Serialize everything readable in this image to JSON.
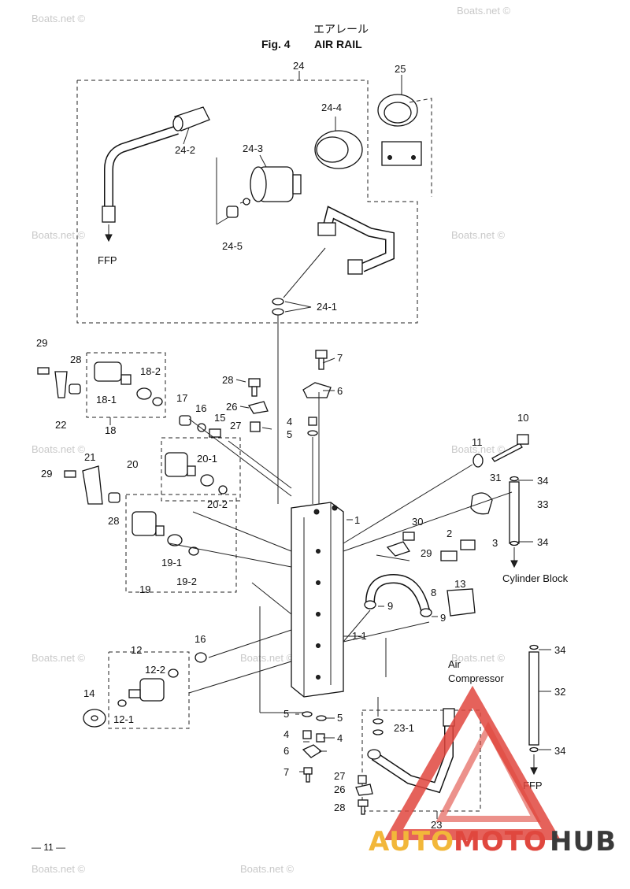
{
  "title": {
    "japanese": "エアレール",
    "fig": "Fig. 4",
    "english": "AIR RAIL"
  },
  "labels": {
    "l24": "24",
    "l25": "25",
    "l24_4": "24-4",
    "l24_2": "24-2",
    "l24_3": "24-3",
    "l24_5": "24-5",
    "l24_1": "24-1",
    "ffp_top": "FFP",
    "l29a": "29",
    "l28a": "28",
    "l18_2": "18-2",
    "l18_1": "18-1",
    "l22": "22",
    "l18": "18",
    "l7a": "7",
    "l6a": "6",
    "l28b": "28",
    "l26a": "26",
    "l17": "17",
    "l16a": "16",
    "l15": "15",
    "l27a": "27",
    "l4a": "4",
    "l5a": "5",
    "l10": "10",
    "l11": "11",
    "l31": "31",
    "l34a": "34",
    "l33": "33",
    "l34b": "34",
    "cyl_block": "Cylinder Block",
    "l20": "20",
    "l20_1": "20-1",
    "l20_2": "20-2",
    "l21": "21",
    "l29b": "29",
    "l28c": "28",
    "l1": "1",
    "l30": "30",
    "l2": "2",
    "l3": "3",
    "l29c": "29",
    "l19_1": "19-1",
    "l19_2": "19-2",
    "l19": "19",
    "l13": "13",
    "l8": "8",
    "l9a": "9",
    "l9b": "9",
    "l1_1": "1-1",
    "l12": "12",
    "l12_2": "12-2",
    "l16b": "16",
    "l14": "14",
    "l12_1": "12-1",
    "l34c": "34",
    "l32": "32",
    "l34d": "34",
    "ffp_bottom": "FFP",
    "air": "Air",
    "compressor": "Compressor",
    "l5b": "5",
    "l5c": "5",
    "l23_1": "23-1",
    "l4b": "4",
    "l4c": "4",
    "l6b": "6",
    "l7b": "7",
    "l27b": "27",
    "l26b": "26",
    "l28d": "28",
    "l23": "23"
  },
  "page_number": "— 11 —",
  "watermark": "Boats.net ©",
  "logo": {
    "part1": "AUTO",
    "part2": "MOTO",
    "part3": "HUB",
    "colors": {
      "auto": "#f2b73a",
      "moto": "#e0473e",
      "hub": "#3a3a3a"
    }
  }
}
